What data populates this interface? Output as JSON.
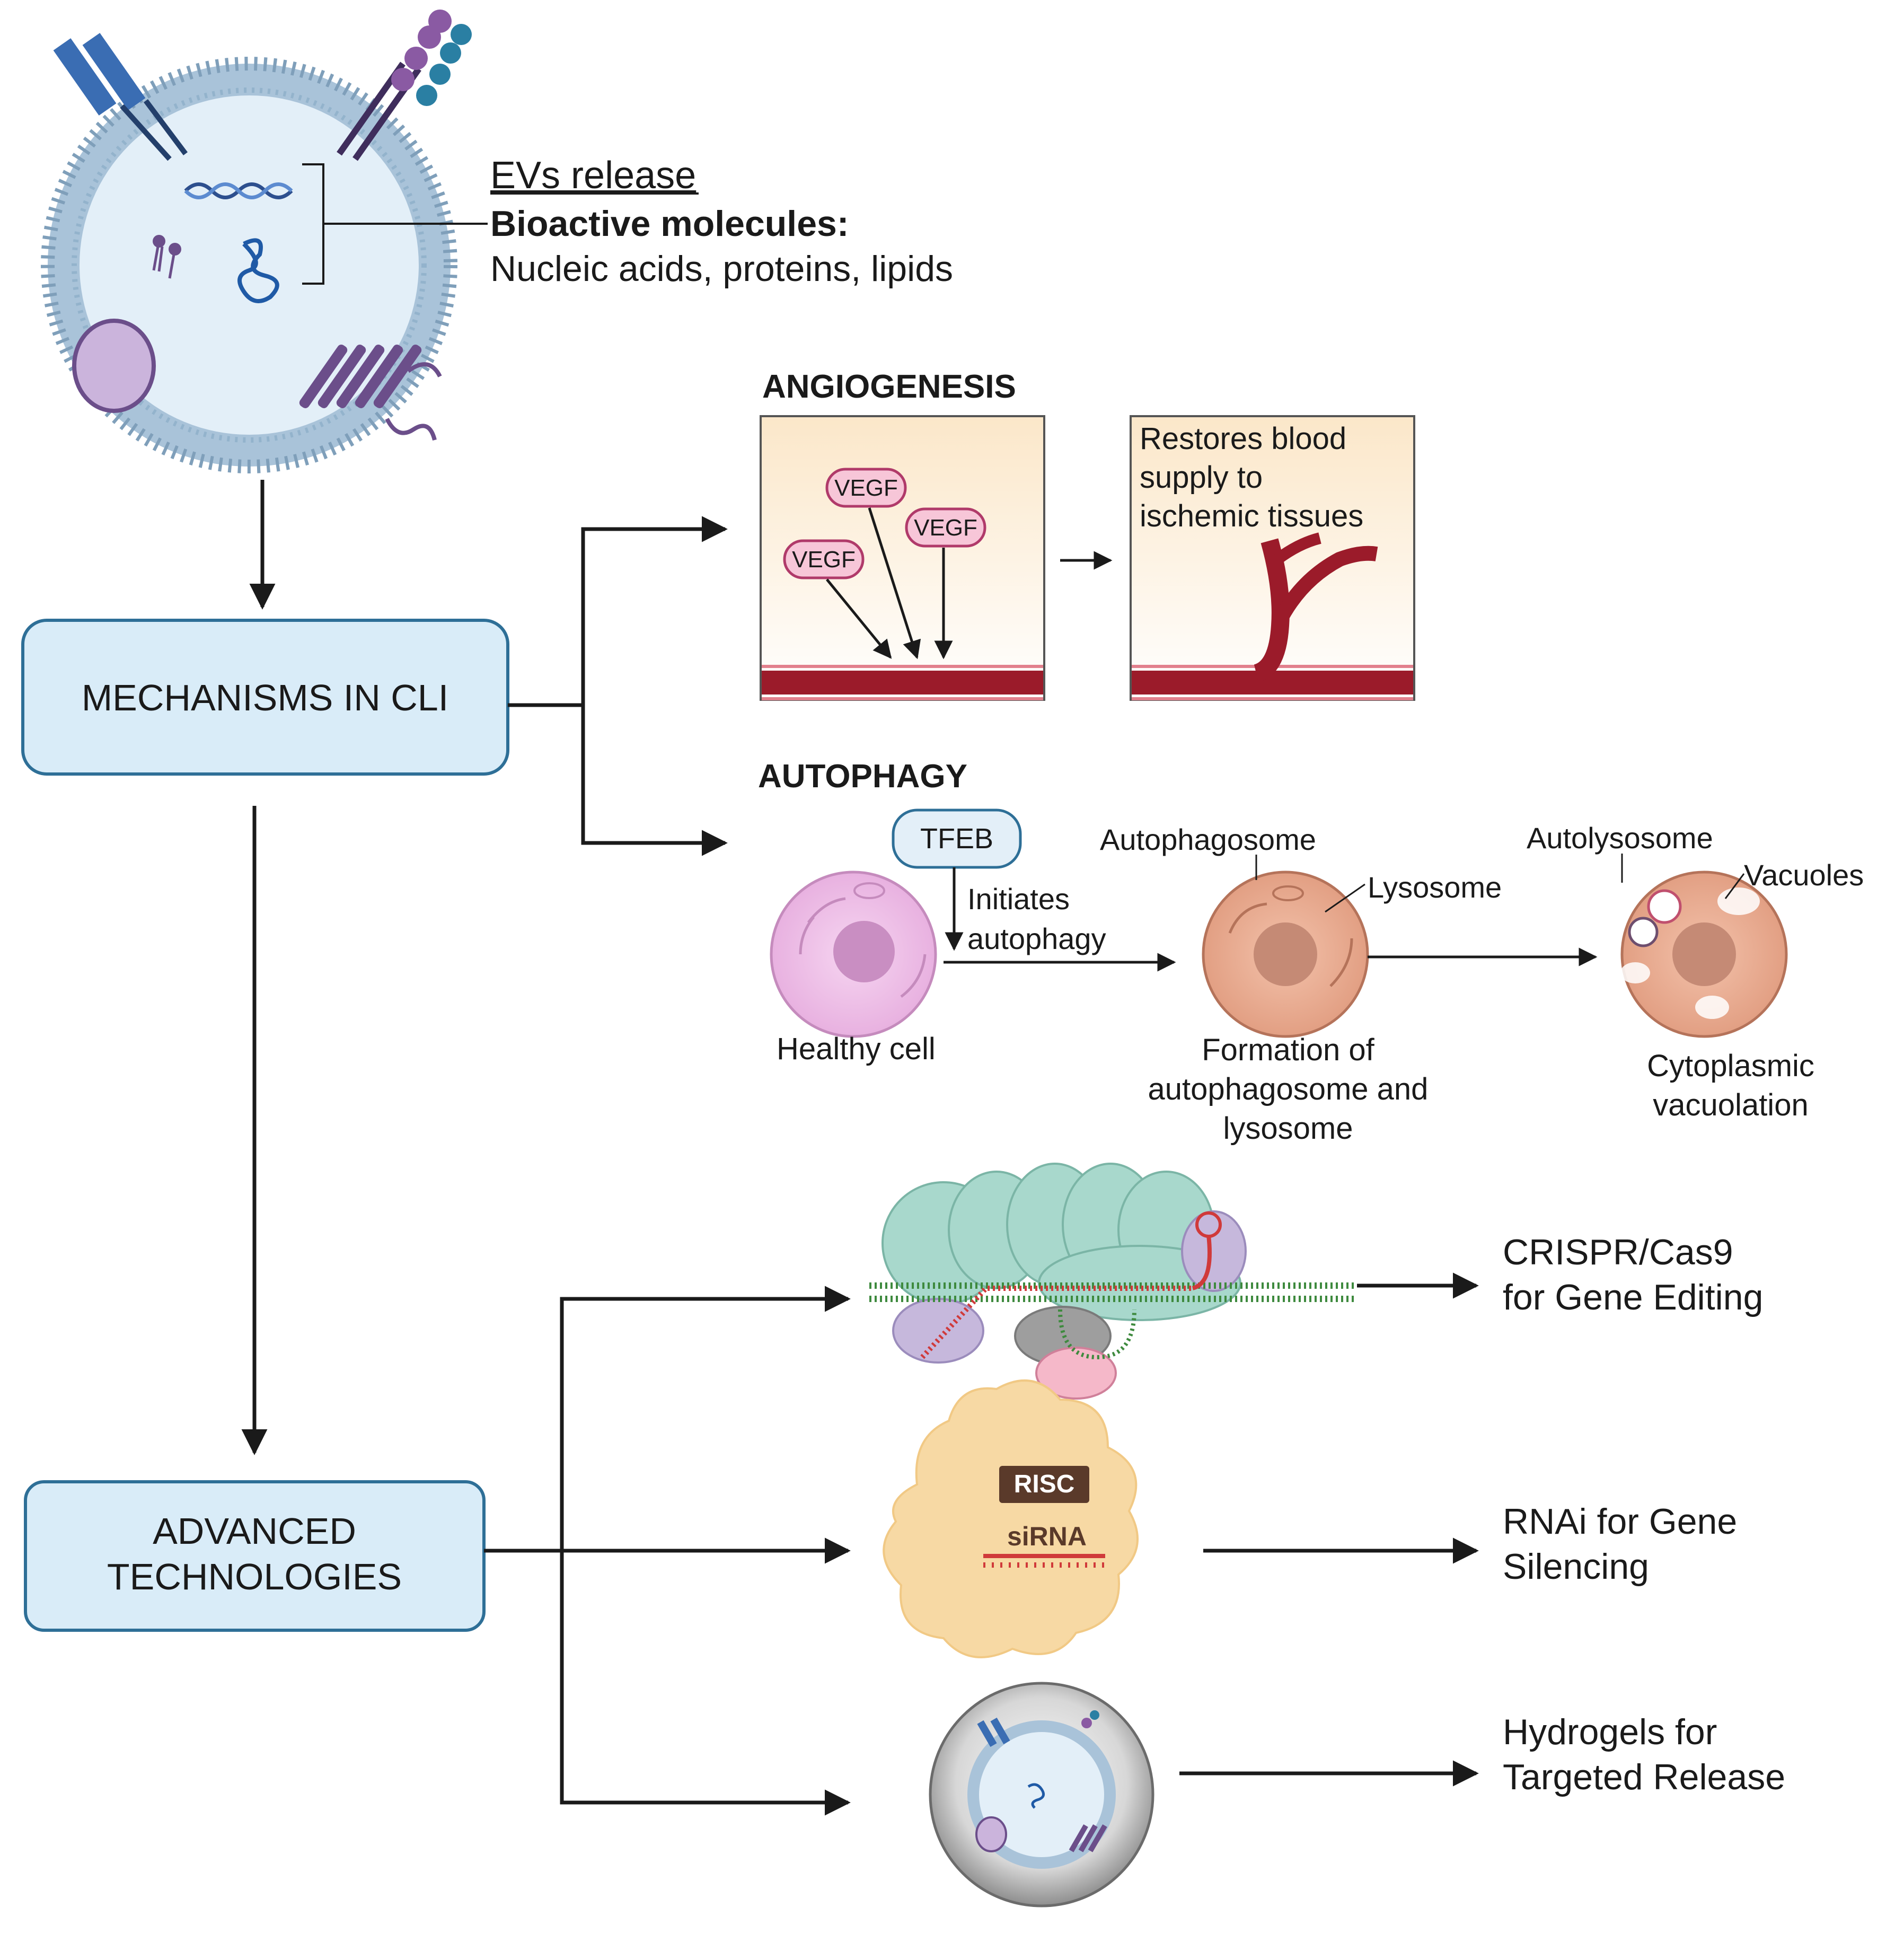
{
  "ev": {
    "release_label": "EVs release",
    "bioactive_label": "Bioactive molecules:",
    "cargo_label": "Nucleic acids, proteins, lipids"
  },
  "boxes": {
    "mechanisms": "MECHANISMS IN CLI",
    "advanced_line1": "ADVANCED",
    "advanced_line2": "TECHNOLOGIES"
  },
  "angiogenesis": {
    "title": "ANGIOGENESIS",
    "vegf_label": "VEGF",
    "result_line1": "Restores blood",
    "result_line2": "supply to",
    "result_line3": "ischemic tissues"
  },
  "autophagy": {
    "title": "AUTOPHAGY",
    "tfeb_label": "TFEB",
    "initiates_line1": "Initiates",
    "initiates_line2": "autophagy",
    "healthy_cell": "Healthy cell",
    "autophagosome": "Autophagosome",
    "lysosome": "Lysosome",
    "formation_line1": "Formation of",
    "formation_line2": "autophagosome and",
    "formation_line3": "lysosome",
    "autolysosome": "Autolysosome",
    "vacuoles": "Vacuoles",
    "vacuolation_line1": "Cytoplasmic",
    "vacuolation_line2": "vacuolation"
  },
  "technologies": {
    "crispr_line1": "CRISPR/Cas9",
    "crispr_line2": "for Gene Editing",
    "risc_label": "RISC",
    "sirna_label": "siRNA",
    "rnai_line1": "RNAi for Gene",
    "rnai_line2": "Silencing",
    "hydrogel_line1": "Hydrogels for",
    "hydrogel_line2": "Targeted Release"
  },
  "colors": {
    "box_fill": "#d9ecf8",
    "box_stroke": "#2e6f97",
    "vessel_red": "#9b1b2a",
    "vegf_pink": "#f7c6d8",
    "cell_pink": "#f0c2ea",
    "cell_orange": "#e8a88c",
    "risc_brown": "#5a3a2a",
    "cas9_teal": "#a8d8cc"
  }
}
